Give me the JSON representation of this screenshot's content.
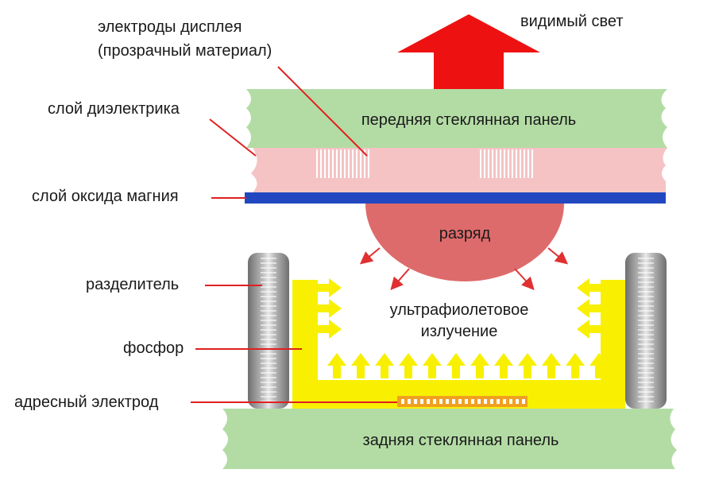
{
  "labels": {
    "visible_light": "видимый свет",
    "display_electrodes_line1": "электроды дисплея",
    "display_electrodes_line2": "(прозрачный материал)",
    "dielectric_layer": "слой диэлектрика",
    "front_glass": "передняя стеклянная панель",
    "mgo_layer": "слой оксида магния",
    "discharge": "разряд",
    "separator": "разделитель",
    "uv_line1": "ультрафиолетовое",
    "uv_line2": "излучение",
    "phosphor": "фосфор",
    "address_electrode": "адресный электрод",
    "rear_glass": "задняя стеклянная панель"
  },
  "colors": {
    "glass": "#b3dca5",
    "dielectric": "#f5c3c4",
    "mgo": "#2148c0",
    "plasma": "#de6b6b",
    "arrow_red": "#ee1111",
    "phosphor": "#f8f000",
    "separator": "#8a8a8a",
    "address_electrode": "#f0a020",
    "leader": "#e02020"
  },
  "icons": {
    "light_arrow": "up-arrow-icon",
    "uv_rays": "diagonal-arrow-icon",
    "phosphor_glow": "yellow-arrow-icon"
  }
}
